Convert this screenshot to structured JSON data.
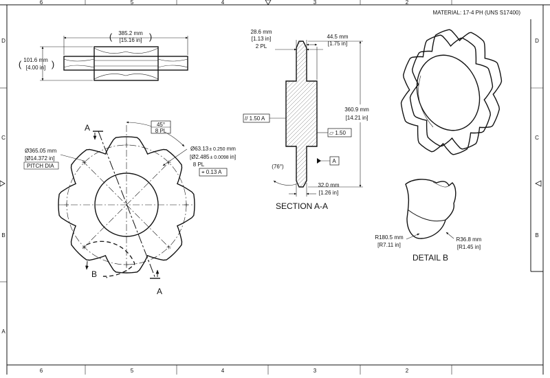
{
  "title_block": {
    "material": "MATERIAL: 17-4 PH (UNS S17400)"
  },
  "zones": {
    "cols_top": [
      "6",
      "5",
      "4",
      "3",
      "2"
    ],
    "cols_bottom": [
      "6",
      "5",
      "4",
      "3",
      "2"
    ],
    "rows_left": [
      "D",
      "C",
      "B",
      "A"
    ],
    "rows_right": [
      "D",
      "C",
      "B"
    ]
  },
  "top_view": {
    "width_mm": "385.2 mm",
    "width_in": "[15.16 in]",
    "height_mm": "101.6 mm",
    "height_in": "[4.00 in]"
  },
  "front_view": {
    "angle_value": "45°",
    "angle_count": "8 PL",
    "pitch_mm": "Ø365.05 mm",
    "pitch_in": "[Ø14.372 in]",
    "pitch_label": "PITCH DIA",
    "hole_mm": "Ø63.13",
    "hole_mm_tol": "± 0.250",
    "hole_mm_unit": "mm",
    "hole_in": "[Ø2.485",
    "hole_in_tol": "± 0.0098",
    "hole_in_unit": "in]",
    "hole_count": "8 PL",
    "position_tol": "⌖ 0.13 A",
    "section_letter_top": "A",
    "section_letter_bottom": "A",
    "detail_letter": "B"
  },
  "section_view": {
    "title": "SECTION A-A",
    "hub_mm": "28.6 mm",
    "hub_in": "[1.13 in]",
    "hub_count": "2 PL",
    "width_mm": "44.5 mm",
    "width_in": "[1.75 in]",
    "dia_mm": "360.9 mm",
    "dia_in": "[14.21 in]",
    "parallel_fcf": "// 1.50 A",
    "flat_fcf": "▱ 1.50",
    "datum": "A",
    "angle": "(76°)",
    "bottom_mm": "32.0 mm",
    "bottom_in": "[1.26 in]"
  },
  "detail_view": {
    "title": "DETAIL  B",
    "r1_mm": "R180.5 mm",
    "r1_in": "[R7.11 in]",
    "r2_mm": "R36.8 mm",
    "r2_in": "[R1.45 in]"
  }
}
